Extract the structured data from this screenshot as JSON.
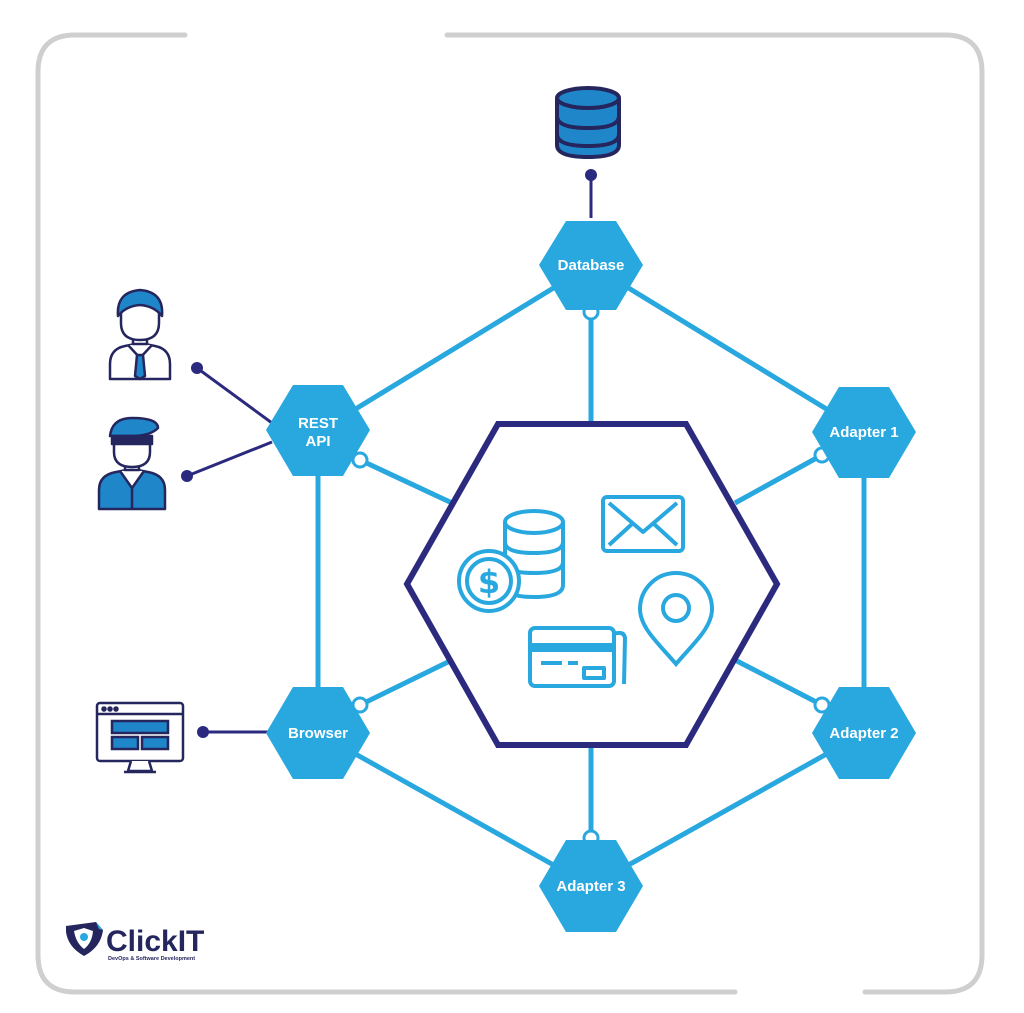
{
  "colors": {
    "accent": "#29a8e0",
    "dark": "#2b2a7e",
    "frame": "#cfcfcf"
  },
  "nodes": {
    "database": "Database",
    "rest_api": [
      "REST",
      "API"
    ],
    "adapter1": "Adapter 1",
    "adapter2": "Adapter 2",
    "adapter3": "Adapter 3",
    "browser": "Browser"
  },
  "icons": {
    "database": "database-icon",
    "users": [
      "business-user-icon",
      "officer-user-icon"
    ],
    "browser": "browser-window-icon",
    "core": [
      "coins-dollar-icon",
      "envelope-icon",
      "credit-card-icon",
      "location-pin-icon"
    ]
  },
  "logo": {
    "name": "ClickIT",
    "tagline": "DevOps & Software Development"
  }
}
